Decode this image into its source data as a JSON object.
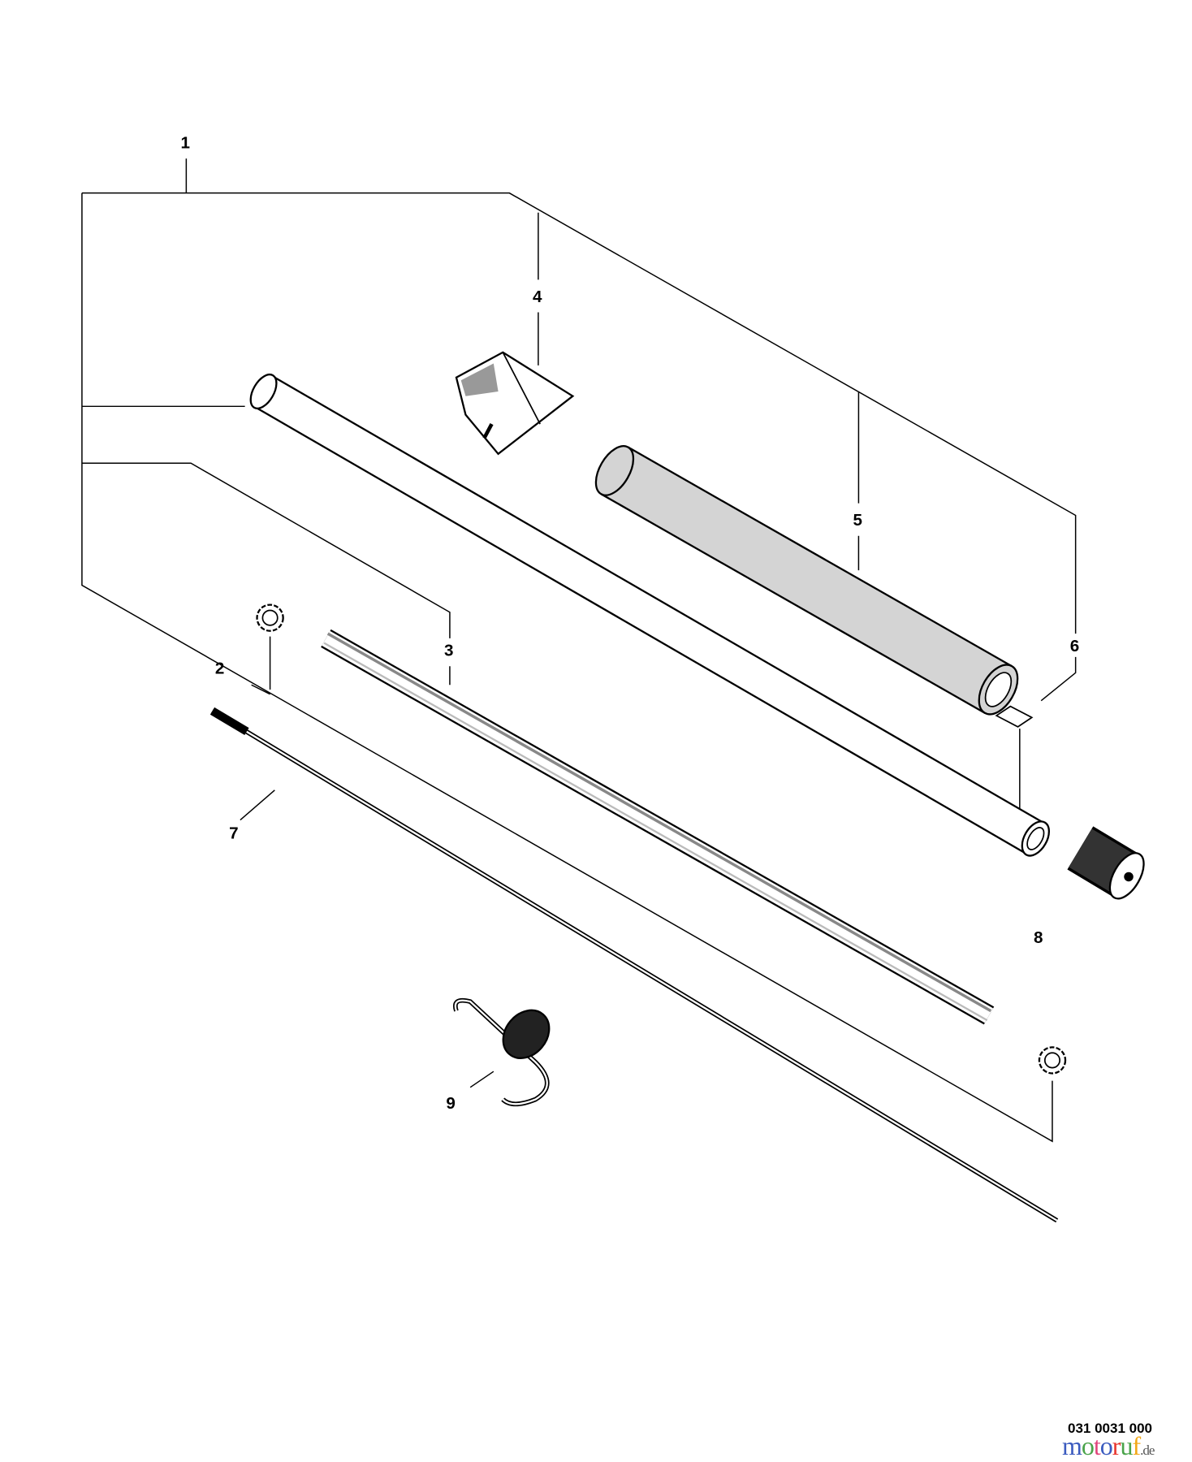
{
  "diagram": {
    "callouts": [
      {
        "id": "1",
        "label": "1"
      },
      {
        "id": "2",
        "label": "2"
      },
      {
        "id": "3",
        "label": "3"
      },
      {
        "id": "4",
        "label": "4"
      },
      {
        "id": "5",
        "label": "5"
      },
      {
        "id": "6",
        "label": "6"
      },
      {
        "id": "7",
        "label": "7"
      },
      {
        "id": "8",
        "label": "8"
      },
      {
        "id": "9",
        "label": "9"
      }
    ],
    "part_number": "031 0031 000",
    "watermark": {
      "text": "motoruf",
      "suffix": ".de",
      "letters": [
        "m",
        "o",
        "t",
        "o",
        "r",
        "u",
        "f"
      ],
      "colors": [
        "#3b5bbf",
        "#4aa34a",
        "#e0457b",
        "#3b5bbf",
        "#e8362f",
        "#4aa34a",
        "#f2a818"
      ]
    }
  }
}
